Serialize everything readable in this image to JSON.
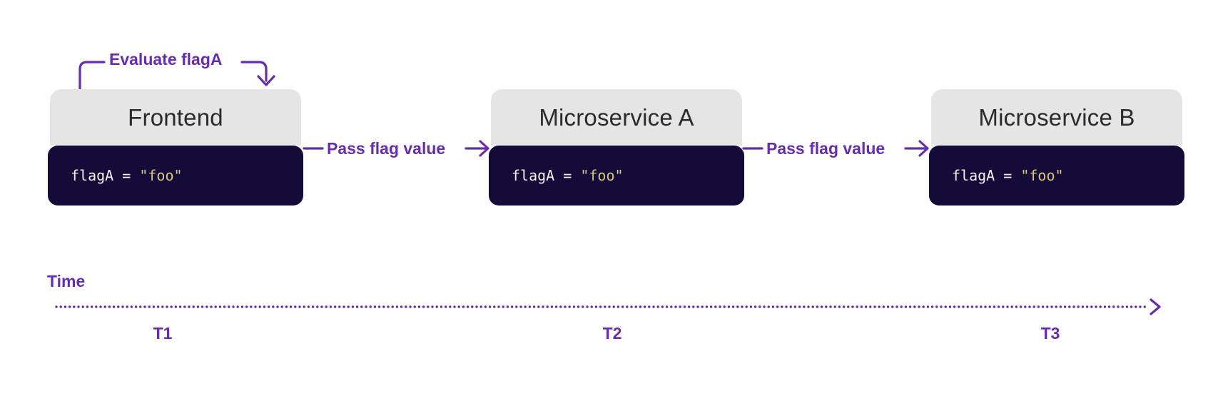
{
  "colors": {
    "purple": "#662db0",
    "navy": "#140b38",
    "header_bg": "#e5e5e5",
    "header_text": "#2b2b2b",
    "code_text": "#f2f2f2",
    "code_string": "#d9c87a",
    "bg": "#ffffff"
  },
  "annotations": {
    "evaluate_label": "Evaluate flagA",
    "pass_labels": [
      "Pass flag value",
      "Pass flag value"
    ]
  },
  "nodes": [
    {
      "title": "Frontend",
      "code_var": "flagA = ",
      "code_value": "\"foo\""
    },
    {
      "title": "Microservice A",
      "code_var": "flagA = ",
      "code_value": "\"foo\""
    },
    {
      "title": "Microservice B",
      "code_var": "flagA = ",
      "code_value": "\"foo\""
    }
  ],
  "timeline": {
    "label": "Time",
    "ticks": [
      "T1",
      "T2",
      "T3"
    ]
  }
}
